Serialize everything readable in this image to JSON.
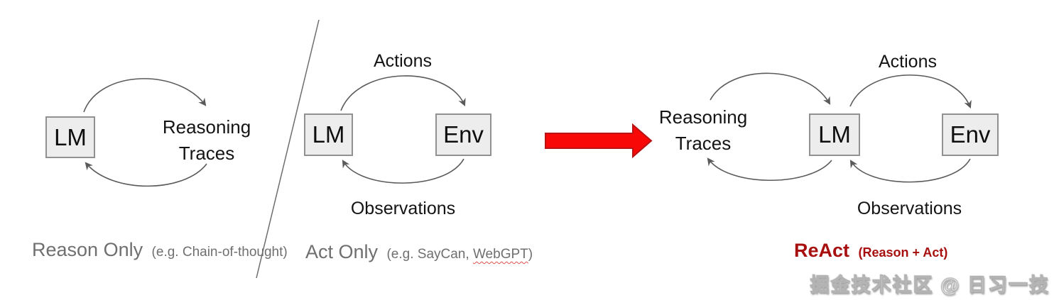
{
  "diagram": {
    "panel_reason_only": {
      "lm": "LM",
      "loop_line1": "Reasoning",
      "loop_line2": "Traces",
      "caption": "Reason Only",
      "caption_note": "(e.g. Chain-of-thought)"
    },
    "panel_act_only": {
      "lm": "LM",
      "env": "Env",
      "actions": "Actions",
      "observations": "Observations",
      "caption": "Act Only",
      "caption_note_prefix": "(e.g. SayCan,",
      "caption_note_flagged": "WebGPT",
      "caption_note_suffix": ")"
    },
    "panel_react": {
      "lm": "LM",
      "env": "Env",
      "loop_line1": "Reasoning",
      "loop_line2": "Traces",
      "actions": "Actions",
      "observations": "Observations",
      "caption": "ReAct",
      "caption_note": "(Reason + Act)"
    }
  },
  "watermark": "掘金技术社区 @ 日习一技",
  "colors": {
    "curve_stroke": "#5a5a5a",
    "divider_stroke": "#6e6e6e",
    "red_arrow_fill": "#f90808",
    "red_arrow_border": "#b81414",
    "react_caption_red": "#a80f0f",
    "caption_gray": "#6f6f6f",
    "node_fill": "#ededed",
    "node_border": "#919191",
    "spellcheck_squiggle": "#e0524e"
  }
}
